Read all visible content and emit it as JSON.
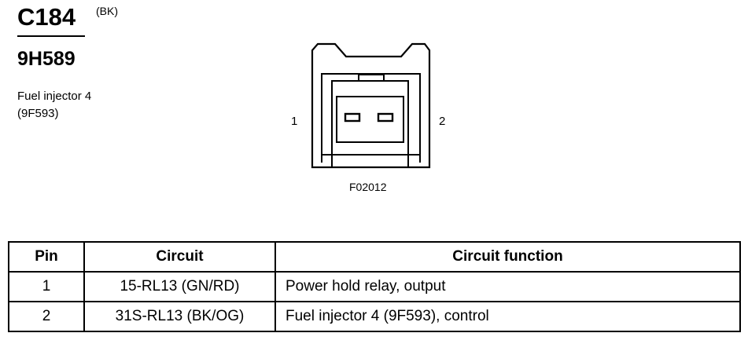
{
  "header": {
    "connector_id": "C184",
    "connector_color": "(BK)",
    "part_number": "9H589",
    "component_name": "Fuel injector 4",
    "component_ref": "(9F593)"
  },
  "diagram": {
    "pin_left": "1",
    "pin_right": "2",
    "figure_id": "F02012"
  },
  "table": {
    "headers": [
      "Pin",
      "Circuit",
      "Circuit function"
    ],
    "rows": [
      {
        "pin": "1",
        "circuit": "15-RL13 (GN/RD)",
        "function": "Power hold relay, output"
      },
      {
        "pin": "2",
        "circuit": "31S-RL13 (BK/OG)",
        "function": "Fuel injector 4 (9F593), control"
      }
    ]
  }
}
